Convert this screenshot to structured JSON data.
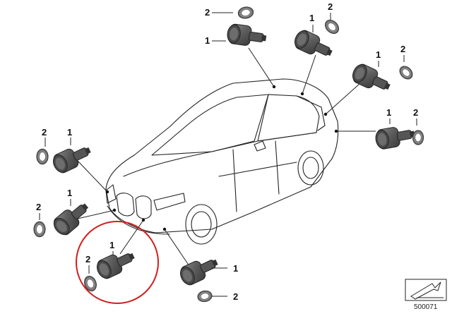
{
  "diagram": {
    "part_labels": {
      "sensor": "1",
      "ring": "2"
    },
    "highlight_color": "#d11f1f",
    "part_number": "500071",
    "icons": [
      "car-outline",
      "pdc-sensor",
      "sensor-ring",
      "arrow-symbol-icon"
    ]
  }
}
